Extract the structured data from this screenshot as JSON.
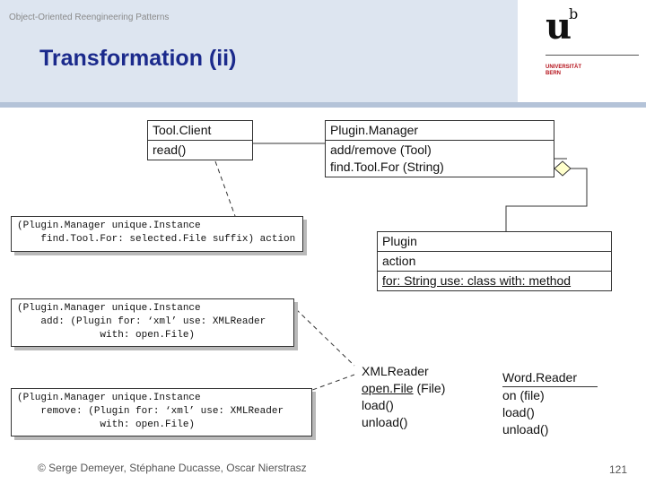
{
  "header": {
    "course": "Object-Oriented Reengineering Patterns",
    "title": "Transformation (ii)",
    "logo": {
      "u": "u",
      "b": "b",
      "line1": "UNIVERSITÄT",
      "line2": "BERN"
    }
  },
  "diagram": {
    "tool_client": {
      "name": "Tool.Client",
      "op": "read()"
    },
    "plugin_manager": {
      "name": "Plugin.Manager",
      "ops": [
        "add/remove (Tool)",
        "find.Tool.For (String)"
      ]
    },
    "plugin": {
      "name": "Plugin",
      "attr": "action",
      "op": "for: String use: class with: method"
    },
    "note_find": [
      "(Plugin.Manager unique.Instance",
      "    find.Tool.For: selected.File suffix) action"
    ],
    "note_add": [
      "(Plugin.Manager unique.Instance",
      "    add: (Plugin for: ‘xml’ use: XMLReader",
      "              with: open.File)"
    ],
    "note_remove": [
      "(Plugin.Manager unique.Instance",
      "    remove: (Plugin for: ‘xml’ use: XMLReader",
      "              with: open.File)"
    ],
    "xml_reader": {
      "name": "XMLReader",
      "ops": [
        "open.File",
        " (File)",
        "load()",
        "unload()"
      ]
    },
    "word_reader": {
      "name": "Word.Reader",
      "ops": [
        "on (file)",
        "load()",
        "unload()"
      ]
    }
  },
  "footer": {
    "credits": "© Serge Demeyer, Stéphane Ducasse, Oscar Nierstrasz",
    "page": "121"
  },
  "colors": {
    "title": "#1b2a8c",
    "header_bg": "#dde5f0",
    "header_rule": "#b4c3d8",
    "logo_red": "#b5121b"
  }
}
